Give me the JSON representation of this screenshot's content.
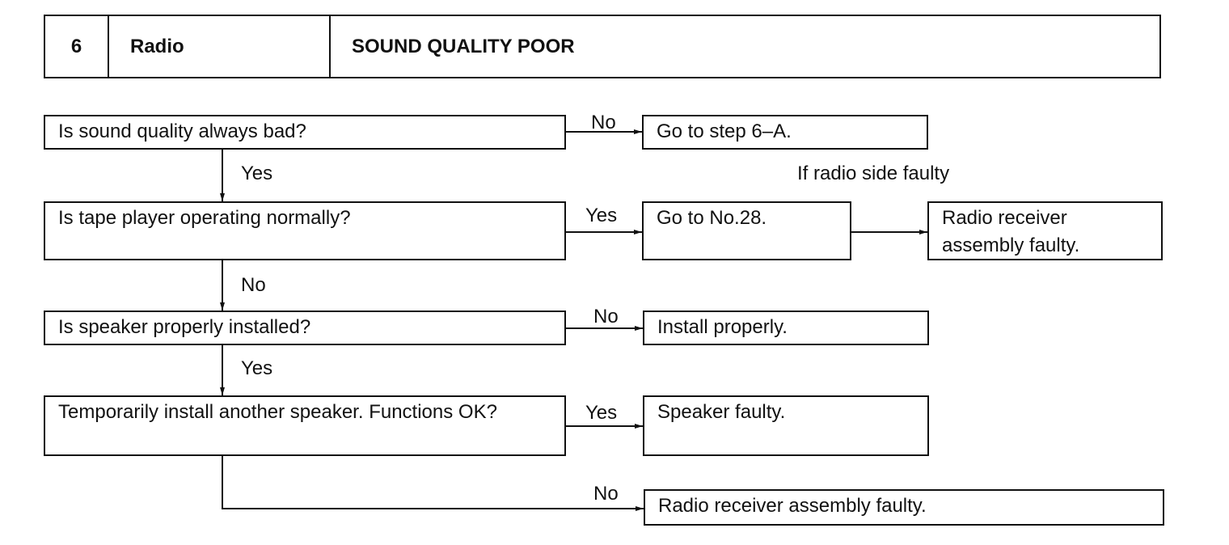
{
  "header": {
    "number": "6",
    "category": "Radio",
    "title": "SOUND QUALITY POOR"
  },
  "flow": {
    "q1": "Is sound quality always bad?",
    "q2": "Is tape player operating normally?",
    "q3": "Is speaker properly installed?",
    "q4": "Temporarily install another speaker. Functions OK?",
    "r1": "Go to step 6–A.",
    "r2": "Go to No.28.",
    "r2b": "Radio receiver assembly faulty.",
    "r3": "Install properly.",
    "r4": "Speaker faulty.",
    "r5": "Radio receiver assembly faulty.",
    "note": "If radio side faulty"
  },
  "edges": {
    "q1_no": "No",
    "q1_yes": "Yes",
    "q2_yes": "Yes",
    "q2_no": "No",
    "q3_no": "No",
    "q3_yes": "Yes",
    "q4_yes": "Yes",
    "q4_no": "No"
  }
}
